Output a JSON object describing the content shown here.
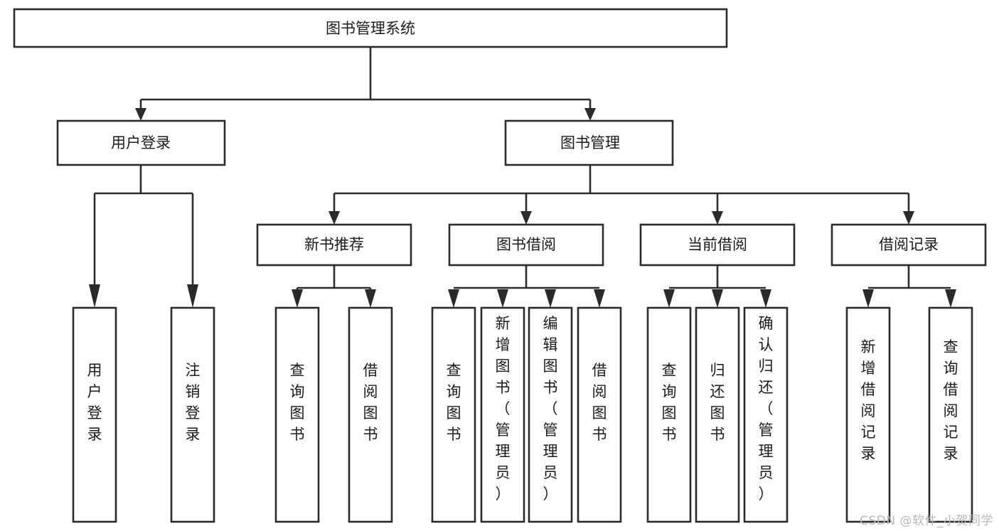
{
  "diagram": {
    "type": "tree-hierarchy-chart",
    "title": "图书管理系统",
    "orientation": "top-down",
    "colors": {
      "box_stroke": "#2b2b2b",
      "box_fill": "#ffffff",
      "connector": "#2b2b2b",
      "text": "#1a1a1a",
      "watermark": "#b8b8b8",
      "background": "#ffffff"
    },
    "root": {
      "id": "root",
      "label": "图书管理系统",
      "level": 1,
      "text_orientation": "horizontal"
    },
    "level2": [
      {
        "id": "user-login",
        "label": "用户登录",
        "level": 2,
        "text_orientation": "horizontal"
      },
      {
        "id": "book-manage",
        "label": "图书管理",
        "level": 2,
        "text_orientation": "horizontal"
      }
    ],
    "level3": [
      {
        "id": "new-book-recommend",
        "label": "新书推荐",
        "level": 3,
        "parent": "book-manage",
        "text_orientation": "horizontal"
      },
      {
        "id": "book-borrow",
        "label": "图书借阅",
        "level": 3,
        "parent": "book-manage",
        "text_orientation": "horizontal"
      },
      {
        "id": "current-borrow",
        "label": "当前借阅",
        "level": 3,
        "parent": "book-manage",
        "text_orientation": "horizontal"
      },
      {
        "id": "borrow-record",
        "label": "借阅记录",
        "level": 3,
        "parent": "book-manage",
        "text_orientation": "horizontal"
      }
    ],
    "leaves": [
      {
        "id": "leaf-user-login",
        "label": "用户登录",
        "chars": [
          "用",
          "户",
          "登",
          "录"
        ],
        "parent": "user-login",
        "text_orientation": "vertical"
      },
      {
        "id": "leaf-user-logout",
        "label": "注销登录",
        "chars": [
          "注",
          "销",
          "登",
          "录"
        ],
        "parent": "user-login",
        "text_orientation": "vertical"
      },
      {
        "id": "leaf-query-book-1",
        "label": "查询图书",
        "chars": [
          "查",
          "询",
          "图",
          "书"
        ],
        "parent": "new-book-recommend",
        "text_orientation": "vertical"
      },
      {
        "id": "leaf-borrow-book-1",
        "label": "借阅图书",
        "chars": [
          "借",
          "阅",
          "图",
          "书"
        ],
        "parent": "new-book-recommend",
        "text_orientation": "vertical"
      },
      {
        "id": "leaf-query-book-2",
        "label": "查询图书",
        "chars": [
          "查",
          "询",
          "图",
          "书"
        ],
        "parent": "book-borrow",
        "text_orientation": "vertical"
      },
      {
        "id": "leaf-add-book-admin",
        "label": "新增图书（管理员）",
        "chars": [
          "新",
          "增",
          "图",
          "书",
          "（",
          "管",
          "理",
          "员",
          "）"
        ],
        "parent": "book-borrow",
        "text_orientation": "vertical"
      },
      {
        "id": "leaf-edit-book-admin",
        "label": "编辑图书（管理员）",
        "chars": [
          "编",
          "辑",
          "图",
          "书",
          "（",
          "管",
          "理",
          "员",
          "）"
        ],
        "parent": "book-borrow",
        "text_orientation": "vertical"
      },
      {
        "id": "leaf-borrow-book-2",
        "label": "借阅图书",
        "chars": [
          "借",
          "阅",
          "图",
          "书"
        ],
        "parent": "book-borrow",
        "text_orientation": "vertical"
      },
      {
        "id": "leaf-query-book-3",
        "label": "查询图书",
        "chars": [
          "查",
          "询",
          "图",
          "书"
        ],
        "parent": "current-borrow",
        "text_orientation": "vertical"
      },
      {
        "id": "leaf-return-book",
        "label": "归还图书",
        "chars": [
          "归",
          "还",
          "图",
          "书"
        ],
        "parent": "current-borrow",
        "text_orientation": "vertical"
      },
      {
        "id": "leaf-confirm-return-admin",
        "label": "确认归还（管理员）",
        "chars": [
          "确",
          "认",
          "归",
          "还",
          "（",
          "管",
          "理",
          "员",
          "）"
        ],
        "parent": "current-borrow",
        "text_orientation": "vertical"
      },
      {
        "id": "leaf-add-borrow-record",
        "label": "新增借阅记录",
        "chars": [
          "新",
          "增",
          "借",
          "阅",
          "记",
          "录"
        ],
        "parent": "borrow-record",
        "text_orientation": "vertical"
      },
      {
        "id": "leaf-query-borrow-record",
        "label": "查询借阅记录",
        "chars": [
          "查",
          "询",
          "借",
          "阅",
          "记",
          "录"
        ],
        "parent": "borrow-record",
        "text_orientation": "vertical"
      }
    ],
    "watermark": "CSDN @软件_小贺同学"
  }
}
